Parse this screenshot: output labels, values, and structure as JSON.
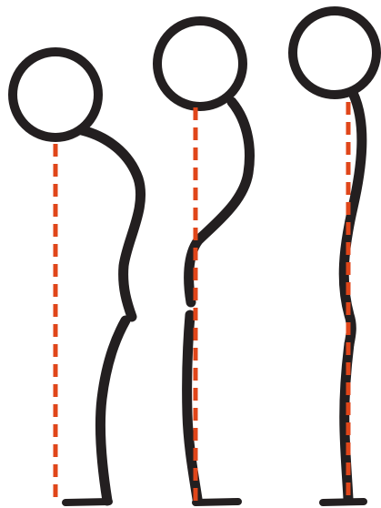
{
  "figures": [
    {
      "id": "forward-head-posture"
    },
    {
      "id": "improving-posture"
    },
    {
      "id": "aligned-posture"
    }
  ],
  "colors": {
    "figure_stroke": "#231f20",
    "plumb_line": "#e0461a",
    "background": "#ffffff"
  }
}
